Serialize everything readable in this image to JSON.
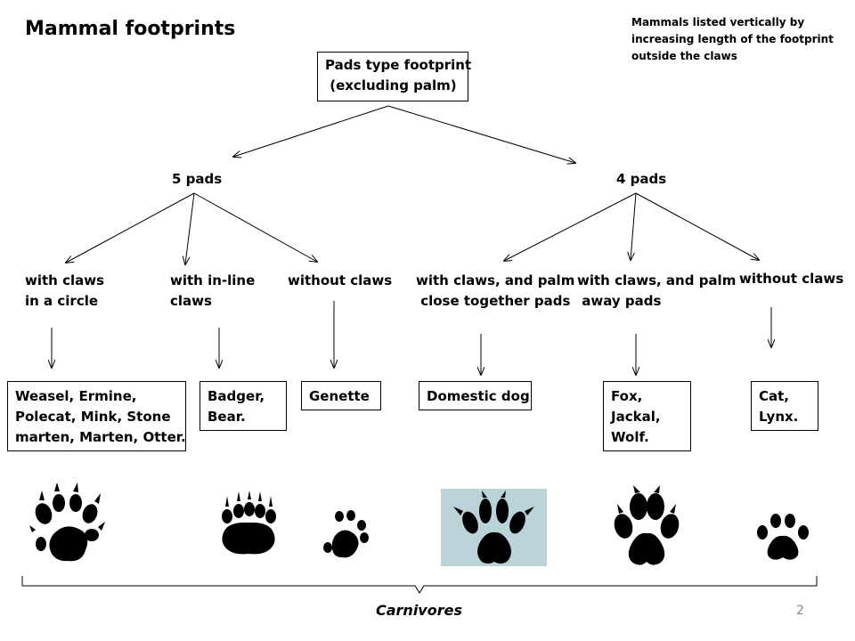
{
  "title": "Mammal footprints",
  "note": "Mammals listed vertically by\nincreasing length of the footprint\noutside the claws",
  "root": "Pads type footprint\n (excluding palm)",
  "groups": {
    "five": "5 pads",
    "four": "4 pads"
  },
  "categories": [
    "with claws\nin a circle",
    "with in-line\nclaws",
    "without claws",
    "with claws, and palm\n close together pads",
    "with claws, and palm\n away pads",
    "without claws"
  ],
  "species": [
    "Weasel, Ermine,\nPolecat, Mink, Stone\nmarten, Marten, Otter.",
    "Badger,\nBear.",
    "Genette",
    "Domestic dog",
    "Fox,\nJackal,\nWolf.",
    "Cat,\nLynx."
  ],
  "bottom_label": "Carnivores",
  "page_number": "2",
  "colors": {
    "dog_print_bg": "#b9d3d9",
    "page_number": "#8a8a8a"
  }
}
